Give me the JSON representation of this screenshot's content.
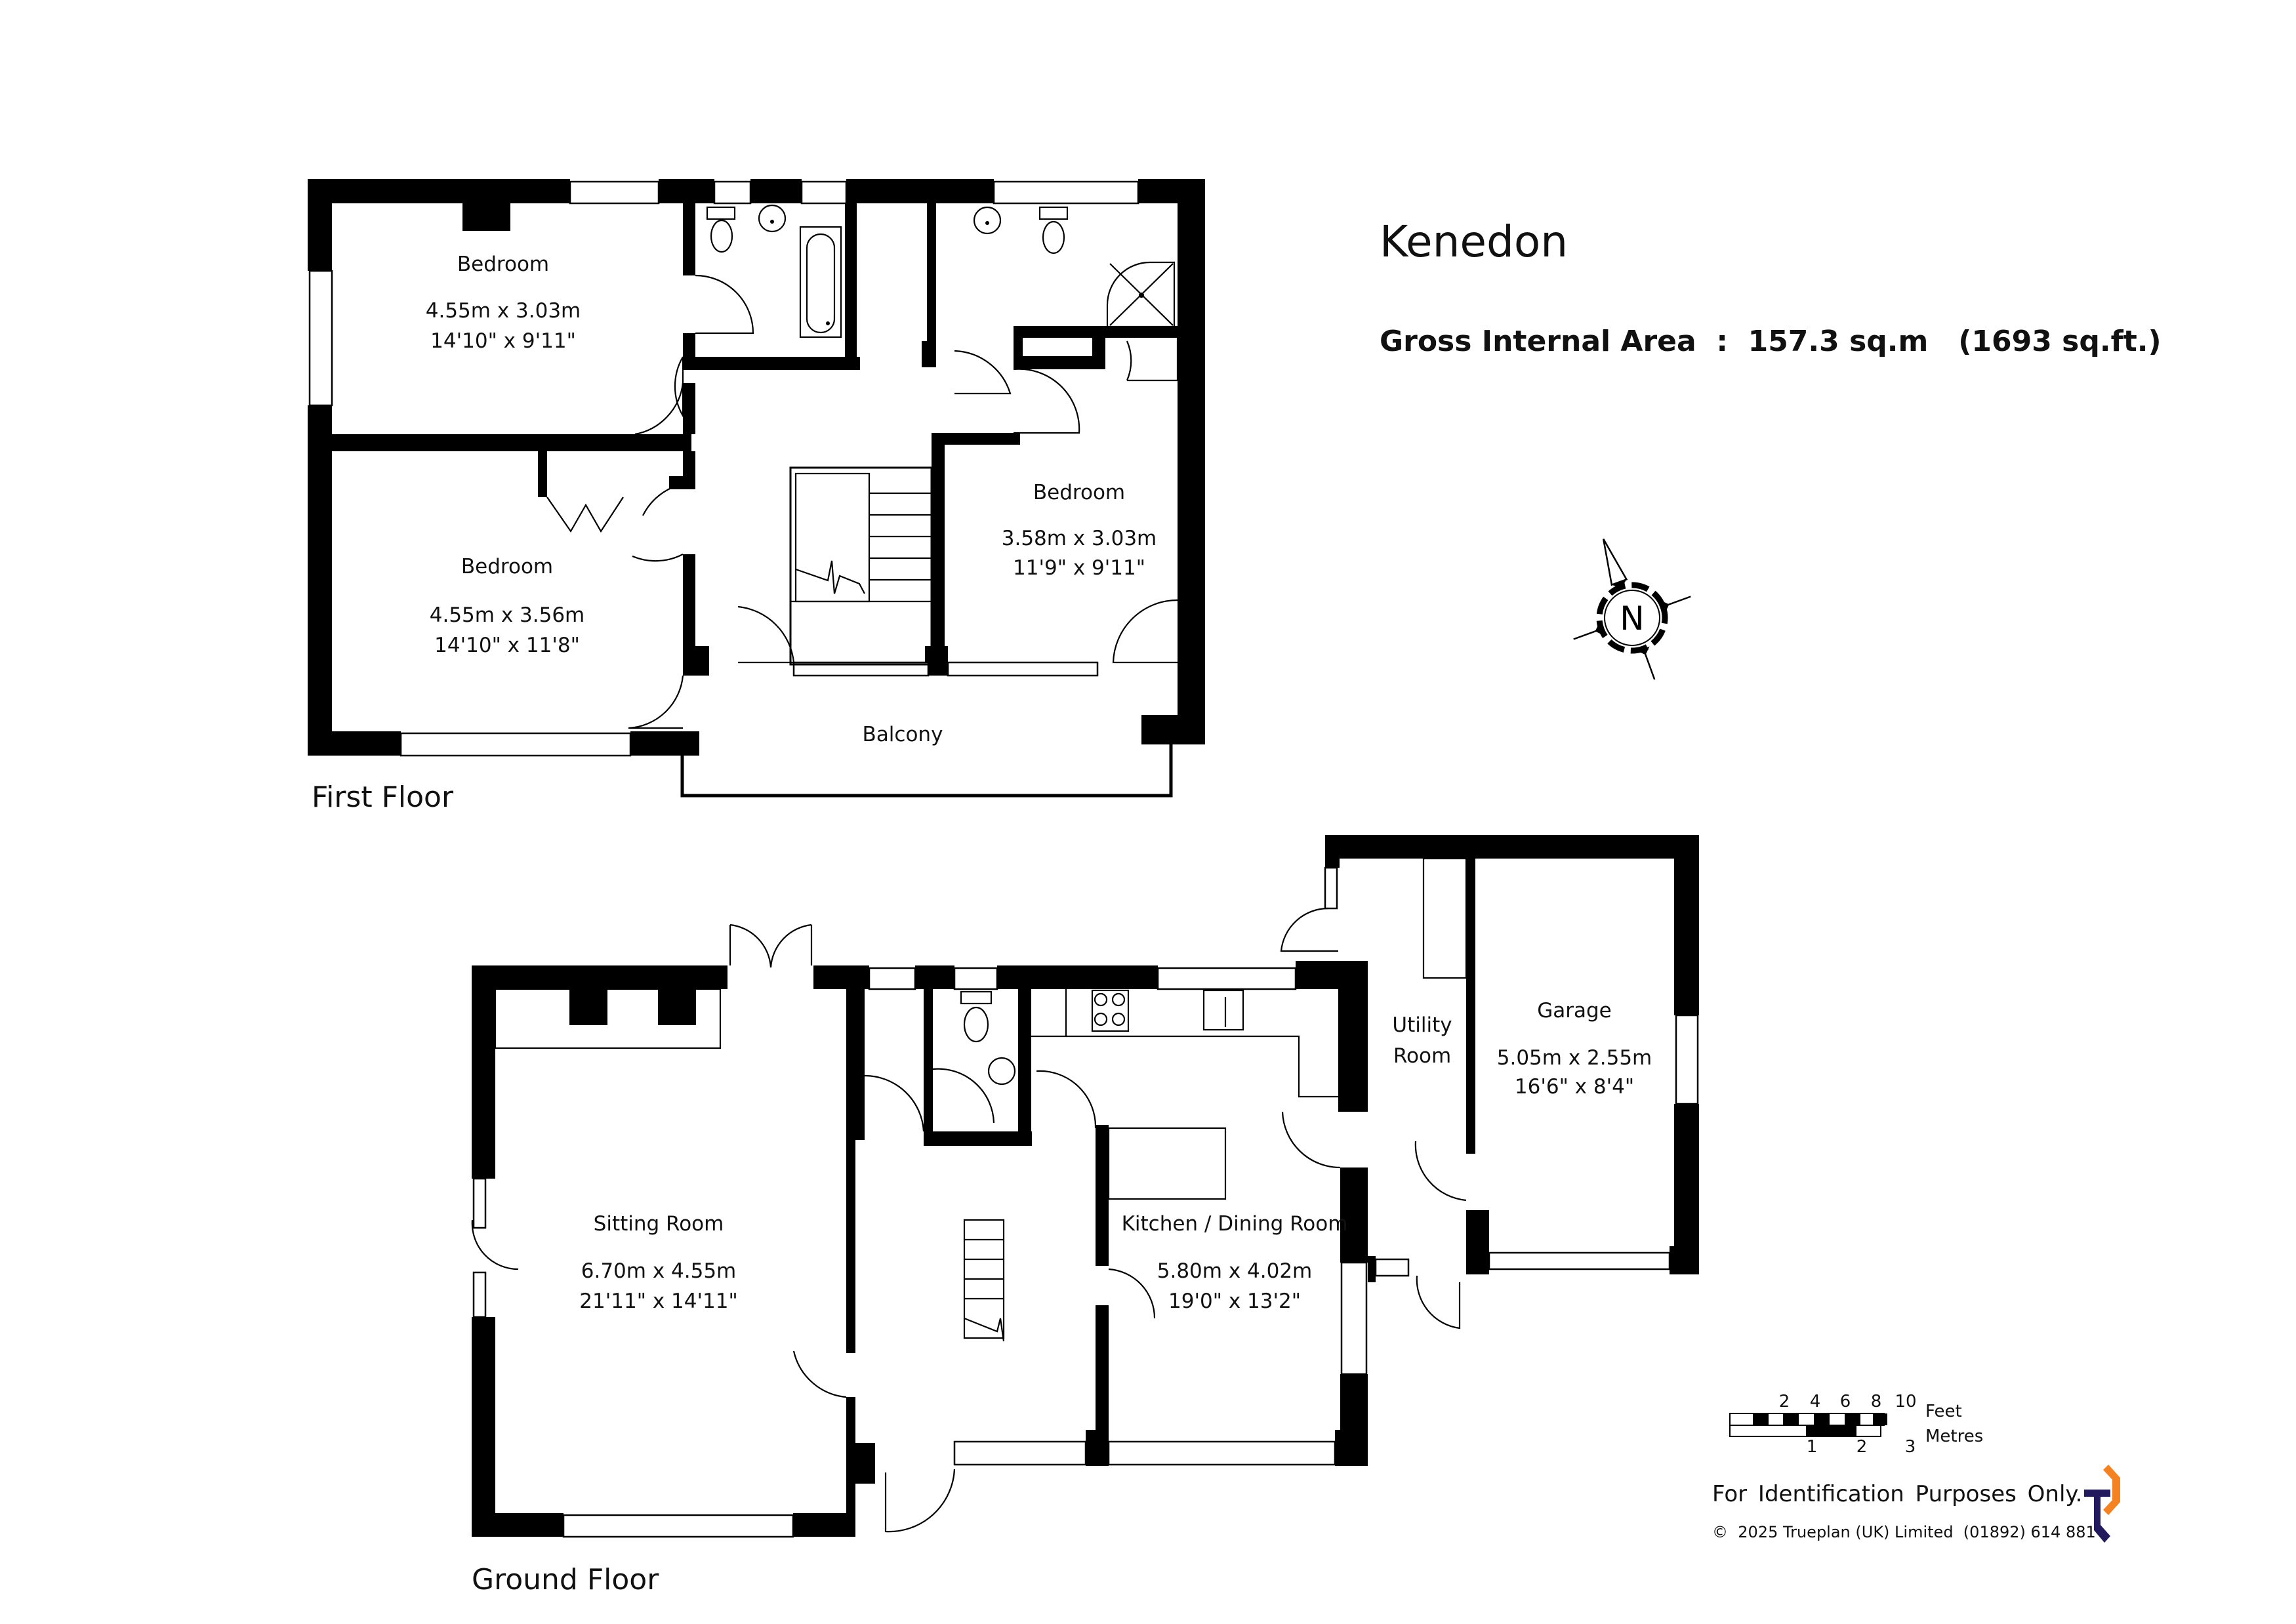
{
  "header": {
    "property_name": "Kenedon",
    "gross_internal_area_label": "Gross Internal Area  :  157.3 sq.m   (1693 sq.ft.)",
    "area_sqm": "157.3 sq.m",
    "area_sqft": "1693 sq.ft."
  },
  "floors": {
    "first": {
      "label": "First Floor",
      "rooms": [
        {
          "name": "Bedroom",
          "metric": "4.55m  x  3.03m",
          "imperial": "14'10\"  x  9'11\""
        },
        {
          "name": "Bedroom",
          "metric": "4.55m  x  3.56m",
          "imperial": "14'10\"  x  11'8\""
        },
        {
          "name": "Bedroom",
          "metric": "3.58m  x  3.03m",
          "imperial": "11'9\"  x  9'11\""
        },
        {
          "name": "Balcony"
        }
      ]
    },
    "ground": {
      "label": "Ground Floor",
      "rooms": [
        {
          "name": "Sitting Room",
          "metric": "6.70m  x  4.55m",
          "imperial": "21'11\"  x  14'11\""
        },
        {
          "name": "Kitchen / Dining Room",
          "metric": "5.80m  x  4.02m",
          "imperial": "19'0\"  x  13'2\""
        },
        {
          "name": "Utility",
          "name_line2": "Room"
        },
        {
          "name": "Garage",
          "metric": "5.05m  x  2.55m",
          "imperial": "16'6\"  x  8'4\""
        }
      ]
    }
  },
  "compass": {
    "label": "N"
  },
  "scale_bar": {
    "feet_ticks": [
      "2",
      "4",
      "6",
      "8",
      "10"
    ],
    "feet_label": "Feet",
    "metre_ticks": [
      "1",
      "2",
      "3"
    ],
    "metre_label": "Metres"
  },
  "footer": {
    "disclaimer": "For Identification Purposes Only.",
    "copyright": "©  2025 Trueplan (UK) Limited  (01892) 614 881"
  },
  "brand": {
    "logo_primary_color": "#231a5e",
    "logo_accent_color": "#f58220"
  }
}
